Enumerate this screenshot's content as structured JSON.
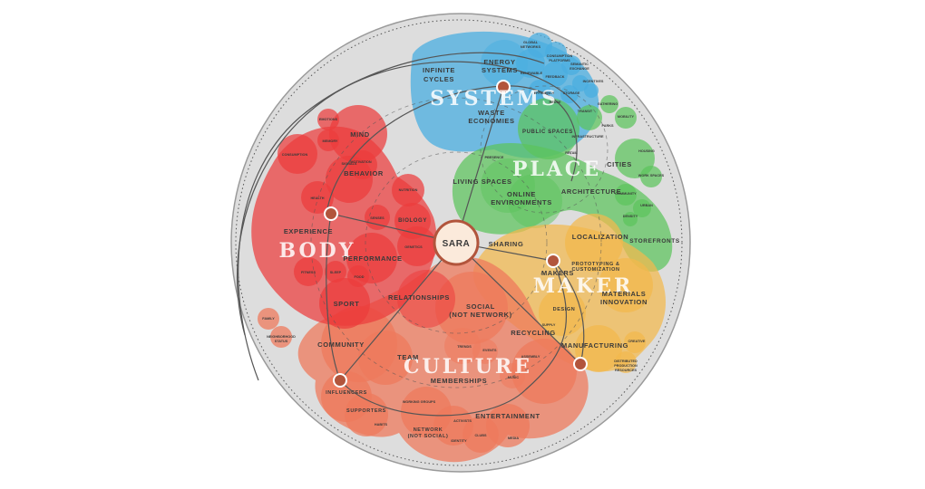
{
  "center": {
    "label": "SARA"
  },
  "colors": {
    "systems": "#4aaee0",
    "place": "#5cc45c",
    "maker": "#f2b84c",
    "culture": "#ee7a5c",
    "body": "#ec3c3c",
    "background_disk": "#dddddd",
    "hub_dot": "#b2553c"
  },
  "sectors": [
    {
      "key": "systems",
      "big_label": "SYSTEMS",
      "labels": [
        "INFINITE",
        "CYCLES",
        "ENERGY",
        "SYSTEMS",
        "WASTE",
        "ECONOMIES"
      ],
      "tiny_labels": [
        "GLOBAL",
        "NETWORKS",
        "RENEWABLE",
        "CONSUMPTION",
        "PLATFORMS",
        "SEMANTIC",
        "EXCHANGE",
        "FEEDBACK",
        "INCENTIVES",
        "STORAGE",
        "EFFICIENCY",
        "REUSE"
      ]
    },
    {
      "key": "place",
      "big_label": "PLACE",
      "labels": [
        "PUBLIC SPACES",
        "CITIES",
        "LIVING SPACES",
        "ONLINE",
        "ENVIRONMENTS",
        "ARCHITECTURE",
        "STOREFRONTS"
      ],
      "tiny_labels": [
        "TRANSIT",
        "GATHERING",
        "PARKS",
        "MOBILITY",
        "INFRASTRUCTURE",
        "HOUSING",
        "WORK SPACES",
        "COMMUNITY",
        "URBAN",
        "DENSITY",
        "RETAIL",
        "PRESENCE"
      ]
    },
    {
      "key": "maker",
      "big_label": "MAKER",
      "labels": [
        "LOCALIZATION",
        "MAKERS",
        "PROTOTYPING &",
        "CUSTOMIZATION",
        "MATERIALS",
        "INNOVATION",
        "DESIGN",
        "MANUFACTURING"
      ],
      "tiny_labels": [
        "CREATIVE",
        "DISTRIBUTED",
        "PRODUCTION",
        "RESOURCES",
        "SUPPLY",
        "ASSEMBLY"
      ]
    },
    {
      "key": "culture",
      "big_label": "CULTURE",
      "labels": [
        "SOCIAL",
        "(NOT NETWORK)",
        "RECYCLING",
        "COMMUNITY",
        "TEAM",
        "MEMBERSHIPS",
        "ENTERTAINMENT",
        "INFLUENCERS",
        "SUPPORTERS",
        "NETWORK",
        "(NOT SOCIAL)"
      ],
      "tiny_labels": [
        "WORKING GROUPS",
        "ACTIVISTS",
        "IDENTITY",
        "CLUBS",
        "MEDIA",
        "EVENTS",
        "TRENDS",
        "MUSIC",
        "FAMILY",
        "NEIGHBORHOOD",
        "STATUS",
        "HABITS"
      ]
    },
    {
      "key": "body",
      "big_label": "BODY",
      "labels": [
        "MIND",
        "BEHAVIOR",
        "EXPERIENCE",
        "PERFORMANCE",
        "BIOLOGY",
        "SPORT",
        "RELATIONSHIPS"
      ],
      "tiny_labels": [
        "EMOTIONS",
        "MEMORY",
        "CONSUMPTION",
        "MOTIVATION",
        "HEALTH",
        "NUTRITION",
        "GENETICS",
        "FITNESS",
        "SLEEP",
        "FOOD",
        "SENSES",
        "SIGNALS"
      ]
    }
  ],
  "links": [
    {
      "label": "SHARING"
    }
  ]
}
